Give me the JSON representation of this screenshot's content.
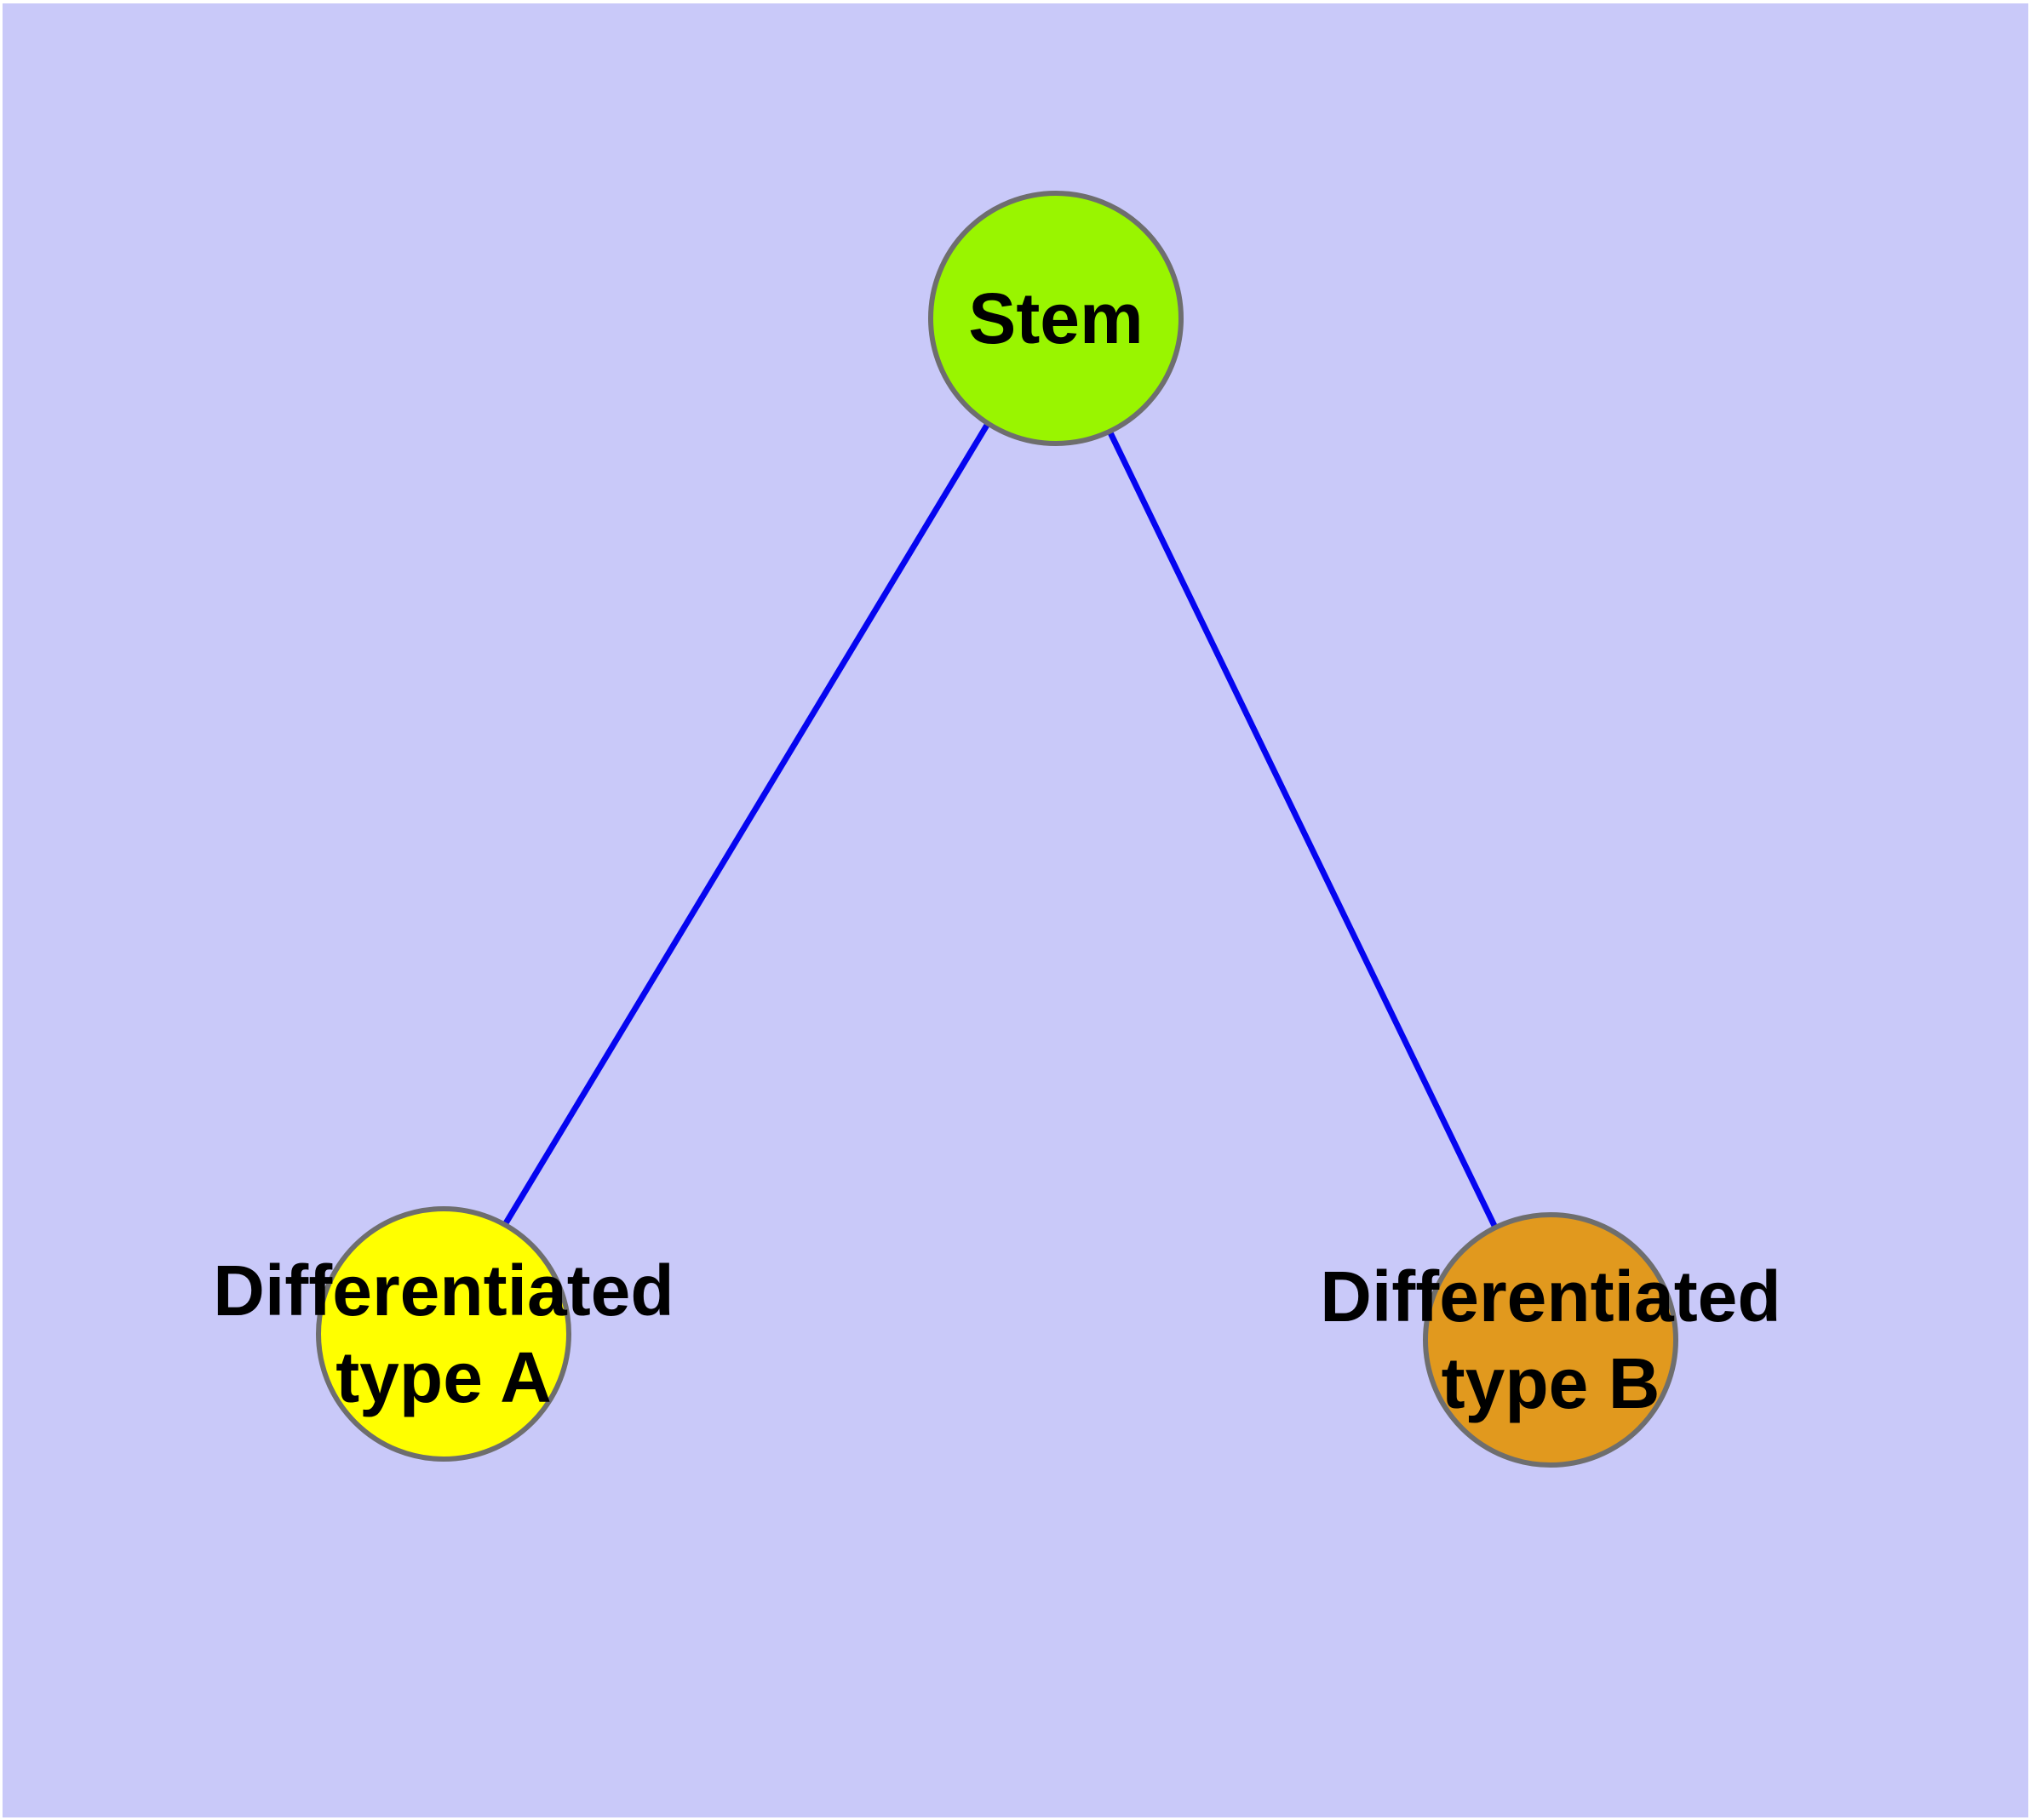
{
  "diagram": {
    "type": "node-link-graph",
    "background_color": "#C9C9F9",
    "frame_color": "#FFFFFF",
    "edge_color": "#0505F0",
    "node_border_color": "#6E6E6E",
    "label_color": "#000000",
    "nodes": {
      "stem": {
        "label": "Stem",
        "fill": "#99F500",
        "shape": "circle"
      },
      "type_a": {
        "label": "Differentiated\ntype A",
        "fill": "#FFFF00",
        "shape": "circle"
      },
      "type_b": {
        "label": "Differentiated\ntype B",
        "fill": "#E1991E",
        "shape": "circle"
      }
    },
    "edges": [
      {
        "from": "Stem",
        "to": "Differentiated type A"
      },
      {
        "from": "Stem",
        "to": "Differentiated type B"
      }
    ]
  }
}
